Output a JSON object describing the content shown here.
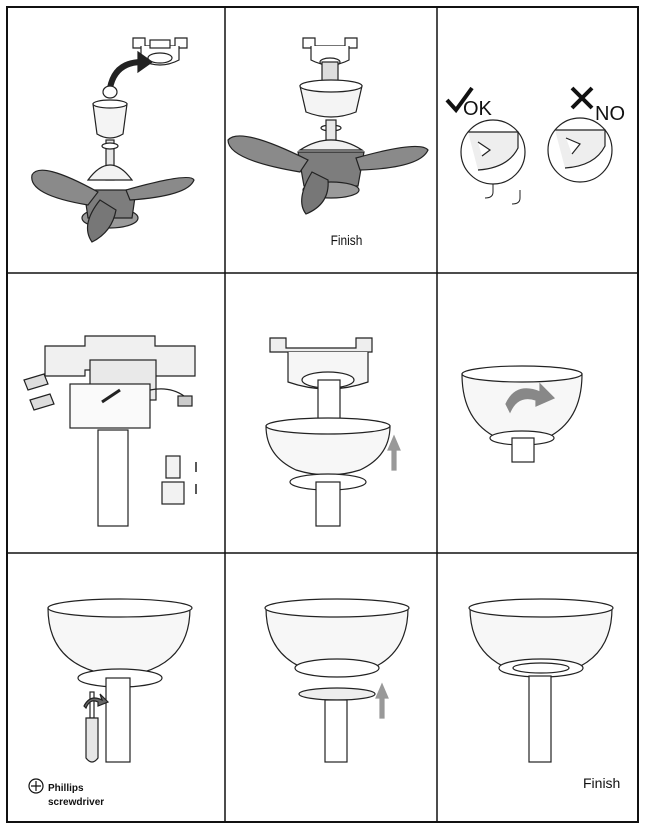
{
  "panels": {
    "p3": {
      "finish": "Finish"
    },
    "p4": {
      "ok": "OK",
      "no": "NO"
    },
    "p9": {
      "tool_line1": "Phillips",
      "tool_line2": "screwdriver"
    },
    "p10": {
      "finish": "Finish"
    }
  },
  "icons": [
    "arrow-icon",
    "check-icon",
    "cross-icon",
    "phillips-screw-icon",
    "up-arrow-icon",
    "rotate-arrow-icon"
  ]
}
